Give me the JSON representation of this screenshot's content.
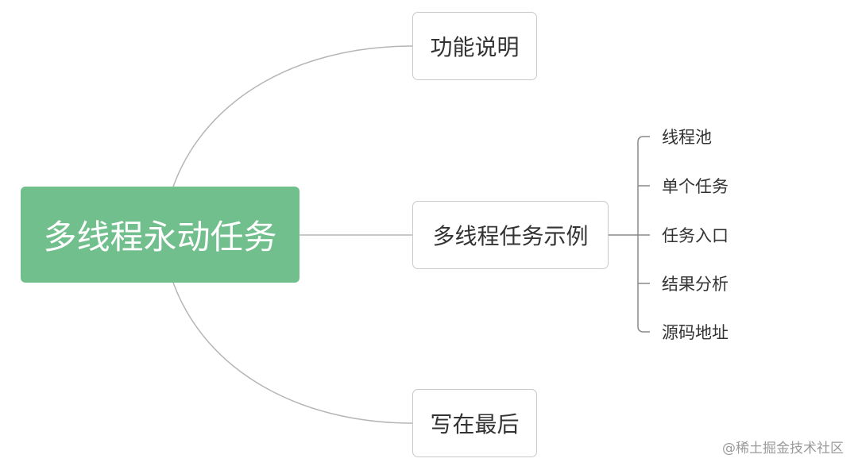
{
  "root": {
    "label": "多线程永动任务"
  },
  "branches": [
    {
      "label": "功能说明"
    },
    {
      "label": "多线程任务示例"
    },
    {
      "label": "写在最后"
    }
  ],
  "leaves": [
    {
      "label": "线程池"
    },
    {
      "label": "单个任务"
    },
    {
      "label": "任务入口"
    },
    {
      "label": "结果分析"
    },
    {
      "label": "源码地址"
    }
  ],
  "watermark": "@稀土掘金技术社区",
  "colors": {
    "root_fill": "#72bf8e",
    "root_text": "#ffffff",
    "box_border": "#c9c9c9",
    "connector": "#b5b5b5",
    "text": "#333333"
  }
}
